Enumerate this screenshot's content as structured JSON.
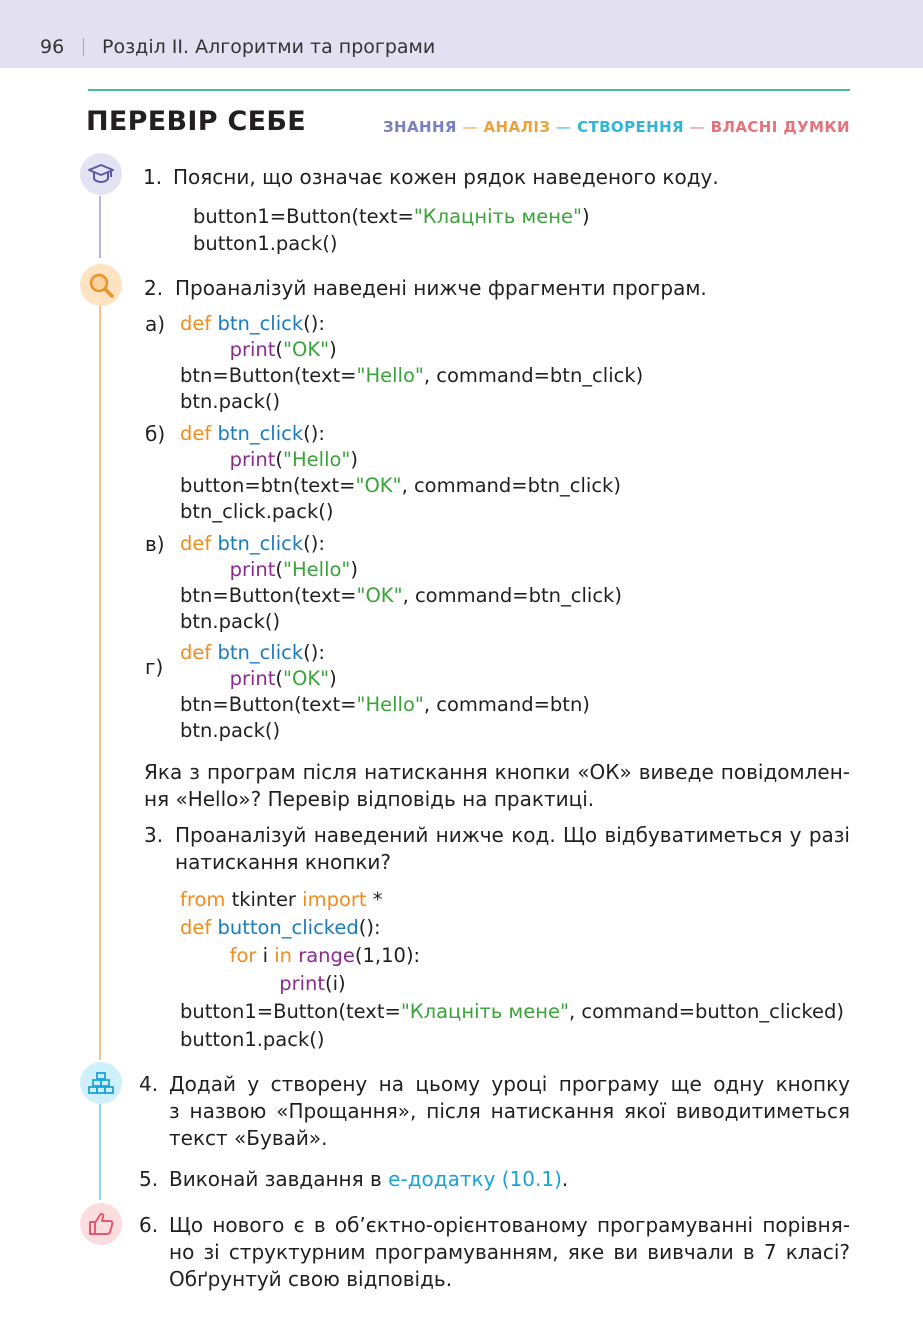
{
  "header": {
    "page_number": "96",
    "chapter": "Розділ ІІ. Алгоритми та програми"
  },
  "section": {
    "title": "ПЕРЕВІР СЕБЕ",
    "legend": [
      {
        "label": "ЗНАННЯ",
        "color": "#7a7fc0"
      },
      {
        "label": "АНАЛІЗ",
        "color": "#f0a23a"
      },
      {
        "label": "СТВОРЕННЯ",
        "color": "#2fb5d8"
      },
      {
        "label": "ВЛАСНІ ДУМКИ",
        "color": "#e5737e"
      }
    ],
    "dash": "—"
  },
  "icons": {
    "knowledge": {
      "name": "graduation-cap-icon",
      "color": "#e4e3f3"
    },
    "analysis": {
      "name": "magnifier-icon",
      "color": "#fde3c2"
    },
    "creation": {
      "name": "blocks-icon",
      "color": "#cfeffa"
    },
    "opinion": {
      "name": "thumbs-up-icon",
      "color": "#fbdcdf"
    }
  },
  "tasks": {
    "t1": {
      "num": "1.",
      "text": "Поясни, що означає кожен рядок наведеного коду.",
      "code": [
        [
          {
            "t": "button1=Button(text="
          },
          {
            "t": "\"Клацніть мене\"",
            "c": "str"
          },
          {
            "t": ")"
          }
        ],
        [
          {
            "t": "button1.pack()"
          }
        ]
      ]
    },
    "t2": {
      "num": "2.",
      "text": "Проаналізуй наведені нижче фрагменти програм.",
      "variants": [
        {
          "label": "а)",
          "lines": [
            [
              {
                "t": "def ",
                "c": "kw-o"
              },
              {
                "t": "btn_click",
                "c": "kw-b"
              },
              {
                "t": "():"
              }
            ],
            [
              {
                "t": "        "
              },
              {
                "t": "print",
                "c": "kw-p"
              },
              {
                "t": "("
              },
              {
                "t": "\"OK\"",
                "c": "str"
              },
              {
                "t": ")"
              }
            ],
            [
              {
                "t": "btn=Button(text="
              },
              {
                "t": "\"Hello\"",
                "c": "str"
              },
              {
                "t": ", command=btn_click)"
              }
            ],
            [
              {
                "t": "btn.pack()"
              }
            ]
          ]
        },
        {
          "label": "б)",
          "lines": [
            [
              {
                "t": "def ",
                "c": "kw-o"
              },
              {
                "t": "btn_click",
                "c": "kw-b"
              },
              {
                "t": "():"
              }
            ],
            [
              {
                "t": "        "
              },
              {
                "t": "print",
                "c": "kw-p"
              },
              {
                "t": "("
              },
              {
                "t": "\"Hello\"",
                "c": "str"
              },
              {
                "t": ")"
              }
            ],
            [
              {
                "t": "button=btn(text="
              },
              {
                "t": "\"OK\"",
                "c": "str"
              },
              {
                "t": ", command=btn_click)"
              }
            ],
            [
              {
                "t": "btn_click.pack()"
              }
            ]
          ]
        },
        {
          "label": "в)",
          "lines": [
            [
              {
                "t": "def ",
                "c": "kw-o"
              },
              {
                "t": "btn_click",
                "c": "kw-b"
              },
              {
                "t": "():"
              }
            ],
            [
              {
                "t": "        "
              },
              {
                "t": "print",
                "c": "kw-p"
              },
              {
                "t": "("
              },
              {
                "t": "\"Hello\"",
                "c": "str"
              },
              {
                "t": ")"
              }
            ],
            [
              {
                "t": "btn=Button(text="
              },
              {
                "t": "\"OK\"",
                "c": "str"
              },
              {
                "t": ", command=btn_click)"
              }
            ],
            [
              {
                "t": "btn.pack()"
              }
            ]
          ]
        },
        {
          "label": "г)",
          "lines": [
            [
              {
                "t": "def ",
                "c": "kw-o"
              },
              {
                "t": "btn_click",
                "c": "kw-b"
              },
              {
                "t": "():"
              }
            ],
            [
              {
                "t": "        "
              },
              {
                "t": "print",
                "c": "kw-p"
              },
              {
                "t": "("
              },
              {
                "t": "\"OK\"",
                "c": "str"
              },
              {
                "t": ")"
              }
            ],
            [
              {
                "t": "btn=Button(text="
              },
              {
                "t": "\"Hello\"",
                "c": "str"
              },
              {
                "t": ", command=btn)"
              }
            ],
            [
              {
                "t": "btn.pack()"
              }
            ]
          ]
        }
      ],
      "question_l1": "Яка з програм після натискання кнопки «ОК» виведе повідомлен-",
      "question_l2": "ня «Hello»? Перевір відповідь на практиці."
    },
    "t3": {
      "num": "3.",
      "text_l1": "Проаналізуй наведений нижче код. Що відбуватиметься у разі",
      "text_l2": "натискання кнопки?",
      "code": [
        [
          {
            "t": "from ",
            "c": "kw-o"
          },
          {
            "t": "tkinter "
          },
          {
            "t": "import ",
            "c": "kw-o"
          },
          {
            "t": "*"
          }
        ],
        [
          {
            "t": "def ",
            "c": "kw-o"
          },
          {
            "t": "button_clicked",
            "c": "kw-b"
          },
          {
            "t": "():"
          }
        ],
        [
          {
            "t": "        "
          },
          {
            "t": "for ",
            "c": "kw-o"
          },
          {
            "t": "i "
          },
          {
            "t": "in ",
            "c": "kw-o"
          },
          {
            "t": "range",
            "c": "kw-p"
          },
          {
            "t": "(1,10):"
          }
        ],
        [
          {
            "t": "                "
          },
          {
            "t": "print",
            "c": "kw-p"
          },
          {
            "t": "(i)"
          }
        ],
        [
          {
            "t": "button1=Button(text="
          },
          {
            "t": "\"Клацніть мене\"",
            "c": "str"
          },
          {
            "t": ", command=button_clicked)"
          }
        ],
        [
          {
            "t": "button1.pack()"
          }
        ]
      ]
    },
    "t4": {
      "num": "4.",
      "l1": "Додай у створену на цьому уроці програму ще одну кнопку",
      "l2": "з назвою «Прощання», після натискання якої виводитиметься",
      "l3": "текст «Бувай»."
    },
    "t5": {
      "num": "5.",
      "before": "Виконай завдання в ",
      "link": "е-додатку (10.1)",
      "after": "."
    },
    "t6": {
      "num": "6.",
      "l1": "Що нового є в об’єктно-орієнтованому програмуванні порівня-",
      "l2": "но зі структурним програмуванням, яке ви вивчали в 7 класі?",
      "l3": "Обґрунтуй свою відповідь."
    }
  }
}
